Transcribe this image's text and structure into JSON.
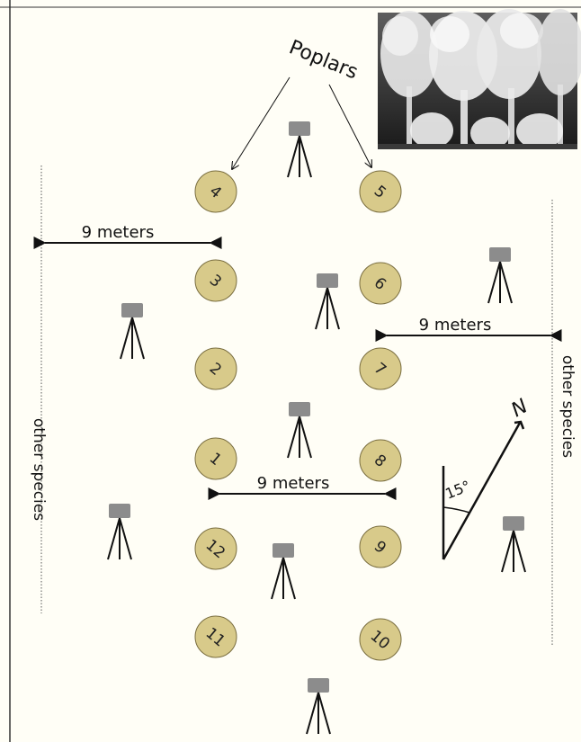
{
  "title": "Poplars",
  "trees": [
    {
      "id": "4",
      "label": "4"
    },
    {
      "id": "5",
      "label": "5"
    },
    {
      "id": "3",
      "label": "3"
    },
    {
      "id": "6",
      "label": "6"
    },
    {
      "id": "2",
      "label": "2"
    },
    {
      "id": "7",
      "label": "7"
    },
    {
      "id": "1",
      "label": "1"
    },
    {
      "id": "8",
      "label": "8"
    },
    {
      "id": "12",
      "label": "12"
    },
    {
      "id": "9",
      "label": "9"
    },
    {
      "id": "11",
      "label": "11"
    },
    {
      "id": "10",
      "label": "10"
    }
  ],
  "distance_labels": {
    "left": "9 meters",
    "right": "9 meters",
    "middle": "9 meters"
  },
  "side_labels": {
    "left": "other species",
    "right": "other species"
  },
  "compass": {
    "north": "N",
    "angle": "15°"
  },
  "colors": {
    "background": "#fffef6",
    "tree_fill": "#d8ca8a",
    "tree_stroke": "#7a6e40",
    "scanner": "#8c8c8c",
    "ink": "#111111"
  },
  "icons": [
    "terrestrial-laser-scanner-icon",
    "point-cloud-thumbnail"
  ]
}
